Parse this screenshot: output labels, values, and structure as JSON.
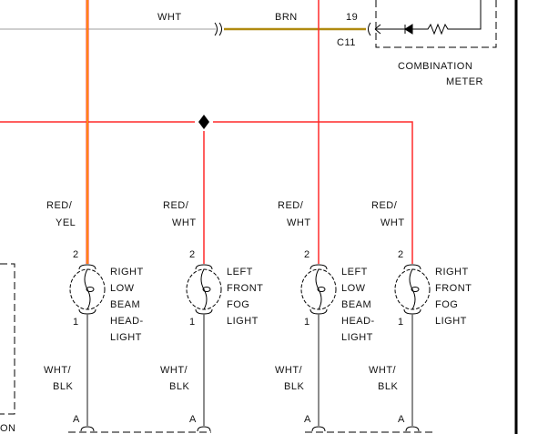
{
  "top": {
    "wht": "WHT",
    "brn": "BRN",
    "pin": "19",
    "connector": "C11",
    "meter_line1": "COMBINATION",
    "meter_line2": "METER"
  },
  "lamps": [
    {
      "wire_top1": "RED/",
      "wire_top2": "YEL",
      "pin_top": "2",
      "pin_bottom": "1",
      "name": [
        "RIGHT",
        "LOW",
        "BEAM",
        "HEAD-",
        "LIGHT"
      ],
      "wire_bot1": "WHT/",
      "wire_bot2": "BLK",
      "ground": "A"
    },
    {
      "wire_top1": "RED/",
      "wire_top2": "WHT",
      "pin_top": "2",
      "pin_bottom": "1",
      "name": [
        "LEFT",
        "FRONT",
        "FOG",
        "LIGHT"
      ],
      "wire_bot1": "WHT/",
      "wire_bot2": "BLK",
      "ground": "A"
    },
    {
      "wire_top1": "RED/",
      "wire_top2": "WHT",
      "pin_top": "2",
      "pin_bottom": "1",
      "name": [
        "LEFT",
        "LOW",
        "BEAM",
        "HEAD-",
        "LIGHT"
      ],
      "wire_bot1": "WHT/",
      "wire_bot2": "BLK",
      "ground": "A"
    },
    {
      "wire_top1": "RED/",
      "wire_top2": "WHT",
      "pin_top": "2",
      "pin_bottom": "1",
      "name": [
        "RIGHT",
        "FRONT",
        "FOG",
        "LIGHT"
      ],
      "wire_bot1": "WHT/",
      "wire_bot2": "BLK",
      "ground": "A"
    }
  ],
  "left_box_partial": "ON",
  "colors": {
    "red": "#ff2a2a",
    "yellow": "#ffe000",
    "brown": "#b08a10",
    "white_wire": "#c8c8c8",
    "gray_wire": "#666666"
  }
}
